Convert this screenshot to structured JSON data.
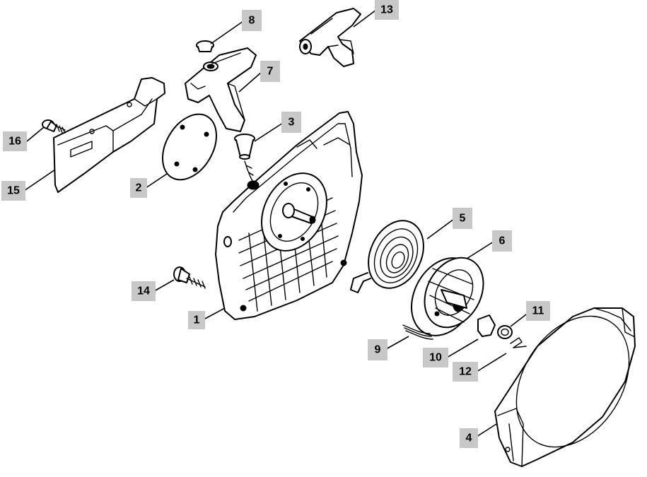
{
  "callouts": {
    "c1": "1",
    "c2": "2",
    "c3": "3",
    "c4": "4",
    "c5": "5",
    "c6": "6",
    "c7": "7",
    "c8": "8",
    "c9": "9",
    "c10": "10",
    "c11": "11",
    "c12": "12",
    "c13": "13",
    "c14": "14",
    "c15": "15",
    "c16": "16"
  },
  "colors": {
    "callout_background": "#c8c8c8",
    "line_art": "#000000",
    "background": "#ffffff"
  }
}
